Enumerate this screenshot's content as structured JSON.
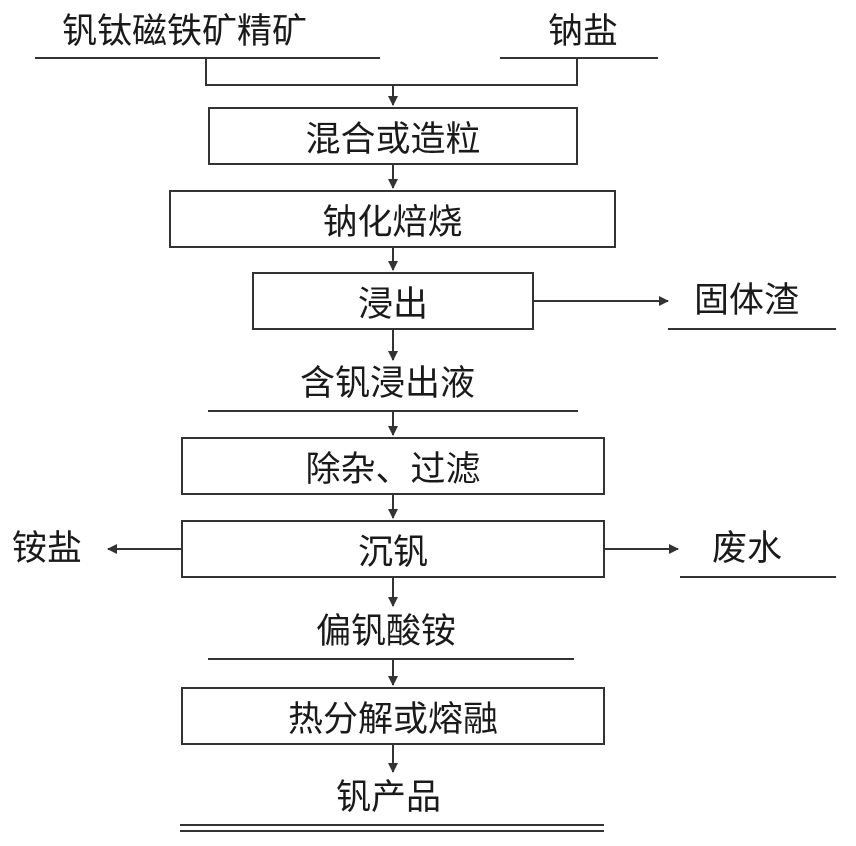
{
  "inputs": {
    "ore": "钒钛磁铁矿精矿",
    "sodium_salt": "钠盐"
  },
  "steps": {
    "mix": "混合或造粒",
    "roast": "钠化焙烧",
    "leach": "浸出",
    "purify": "除杂、过滤",
    "precipitate": "沉钒",
    "decompose": "热分解或熔融"
  },
  "intermediates": {
    "leachate": "含钒浸出液",
    "ammonium_metavanadate": "偏钒酸铵"
  },
  "byproducts": {
    "solid_residue": "固体渣",
    "ammonium_salt": "铵盐",
    "wastewater": "废水"
  },
  "product": "钒产品"
}
